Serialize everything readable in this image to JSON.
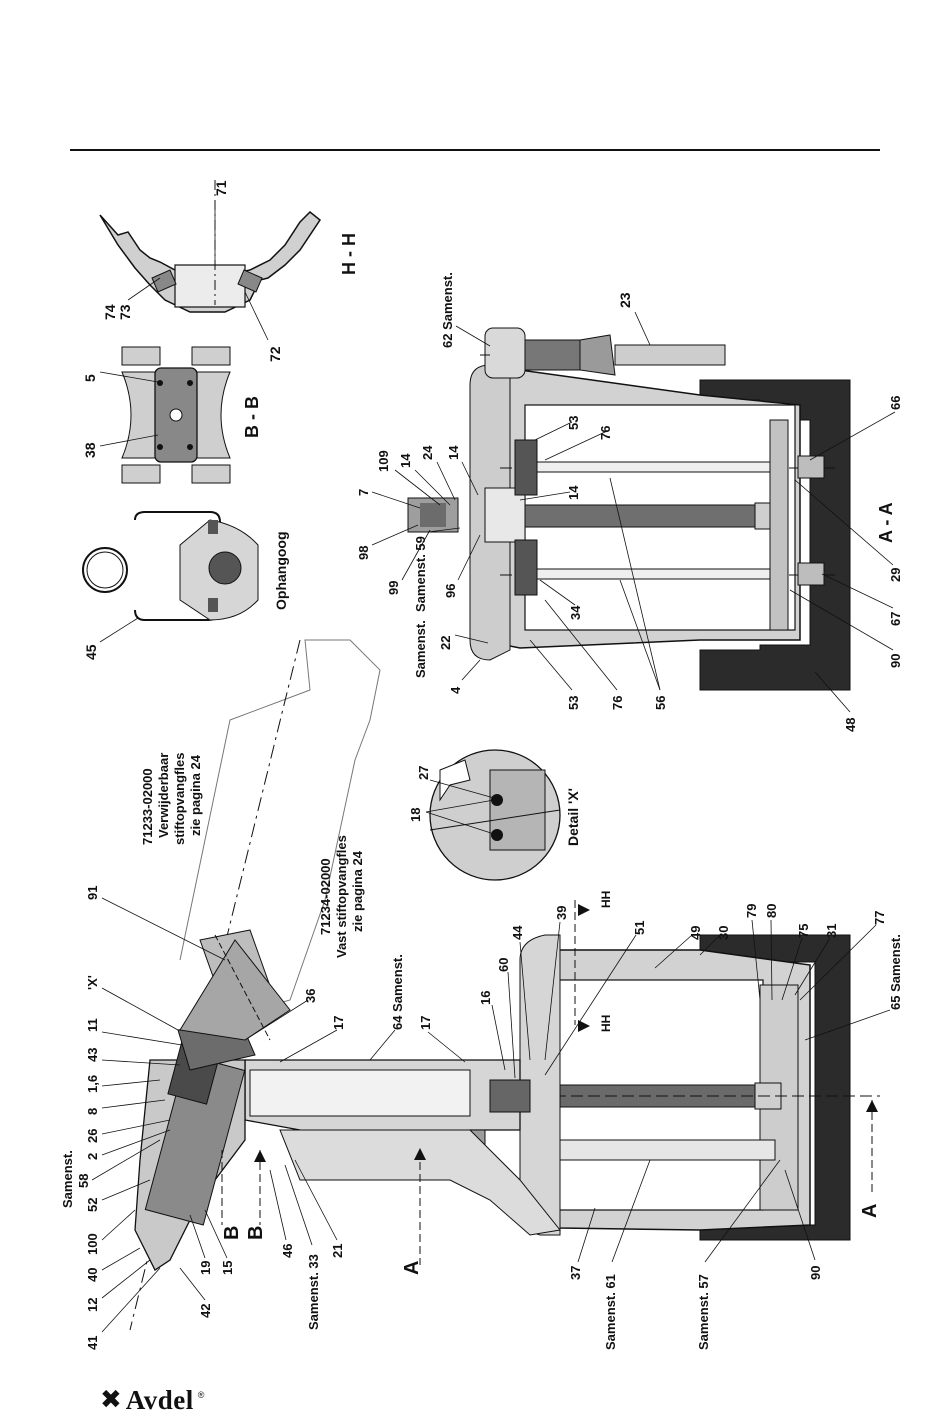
{
  "brand": {
    "name": "Avdel",
    "mark": "✖",
    "registered": "®"
  },
  "colors": {
    "ink": "#111111",
    "body": "#d8d8d8",
    "mid": "#a9a9a9",
    "dark": "#3a3a3a",
    "cyl": "#bdbdbd"
  },
  "views": {
    "hh": "H - H",
    "bb": "B - B",
    "aa": "A - A",
    "ophangoog": "Ophangoog",
    "detail_x": "Detail 'X'"
  },
  "notes": {
    "n71233": [
      "71233-02000",
      "Verwijderbaar",
      "stiftopvangfles",
      "zie pagina 24"
    ],
    "n71234": [
      "71234-02000",
      "Vast stiftopvangfles",
      "zie pagina 24"
    ]
  },
  "section_letters": {
    "a": "A",
    "b": "B"
  },
  "labels": {
    "l71": "71",
    "l74": "74",
    "l73": "73",
    "l72": "72",
    "l5": "5",
    "l38": "38",
    "l45": "45",
    "l62": "62 Samenst.",
    "l23": "23",
    "l109": "109",
    "l14a": "14",
    "l24": "24",
    "l14b": "14",
    "l14c": "14",
    "l7": "7",
    "l98": "98",
    "l99": "99",
    "l59": "Samenst. 59",
    "l96": "96",
    "l22": "22",
    "l22s": "Samenst.",
    "l4": "4",
    "l53a": "53",
    "l76a": "76",
    "l66": "66",
    "l29": "29",
    "l67": "67",
    "l90a": "90",
    "l34": "34",
    "l53b": "53",
    "l76b": "76",
    "l56": "56",
    "l48": "48",
    "l27": "27",
    "l18": "18",
    "l91": "91",
    "lX": "'X'",
    "l11": "11",
    "l43": "43",
    "l16c": "1,6",
    "l8": "8",
    "l26": "26",
    "l2": "2",
    "l58": "58",
    "l52": "52",
    "lsam": "Samenst.",
    "l100": "100",
    "l40": "40",
    "l12": "12",
    "l41": "41",
    "l19": "19",
    "l15": "15",
    "l42": "42",
    "l46": "46",
    "l33": "Samenst. 33",
    "l21": "21",
    "l36": "36",
    "l17a": "17",
    "l64": "64 Samenst.",
    "l17b": "17",
    "l16": "16",
    "l60": "60",
    "l44": "44",
    "l39": "39",
    "l51": "51",
    "l49": "49",
    "l30": "30",
    "l79": "79",
    "l80": "80",
    "l75": "75",
    "l31": "31",
    "l77": "77",
    "l65": "65 Samenst.",
    "lHH1": "HH",
    "lHH2": "HH",
    "l37": "37",
    "l61": "Samenst. 61",
    "l57": "Samenst. 57",
    "l90b": "90"
  }
}
